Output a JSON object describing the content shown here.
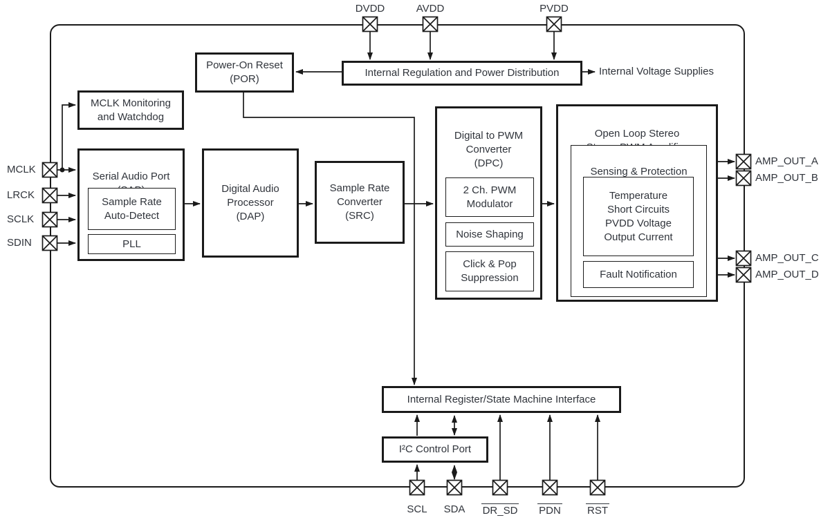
{
  "colors": {
    "line": "#1a1a1a",
    "text": "#30343b",
    "background": "#ffffff"
  },
  "blocks": {
    "por": "Power-On Reset\n(POR)",
    "regulation": "Internal Regulation and Power Distribution",
    "internal_voltage_supplies": "Internal Voltage Supplies",
    "mclk_watchdog": "MCLK Monitoring\nand Watchdog",
    "sap_title": "Serial Audio Port\n(SAP)",
    "sample_rate_auto_detect": "Sample Rate\nAuto-Detect",
    "pll": "PLL",
    "dap": "Digital Audio\nProcessor\n(DAP)",
    "src": "Sample Rate\nConverter\n(SRC)",
    "dpc_title": "Digital to PWM\nConverter\n(DPC)",
    "pwm_modulator": "2 Ch. PWM\nModulator",
    "noise_shaping": "Noise Shaping",
    "click_pop": "Click & Pop\nSuppression",
    "amp_title": "Open Loop Stereo\nStereo PWM Amplifier",
    "sensing_title": "Sensing & Protection",
    "protection_list": "Temperature\nShort Circuits\nPVDD Voltage\nOutput Current",
    "fault_notification": "Fault Notification",
    "register_interface": "Internal Register/State Machine Interface",
    "i2c": "I²C Control Port"
  },
  "pins": {
    "dvdd": "DVDD",
    "avdd": "AVDD",
    "pvdd": "PVDD",
    "mclk": "MCLK",
    "lrck": "LRCK",
    "sclk": "SCLK",
    "sdin": "SDIN",
    "amp_out_a": "AMP_OUT_A",
    "amp_out_b": "AMP_OUT_B",
    "amp_out_c": "AMP_OUT_C",
    "amp_out_d": "AMP_OUT_D",
    "scl": "SCL",
    "sda": "SDA",
    "dr_sd": "DR_SD",
    "pdn": "PDN",
    "rst": "RST"
  }
}
